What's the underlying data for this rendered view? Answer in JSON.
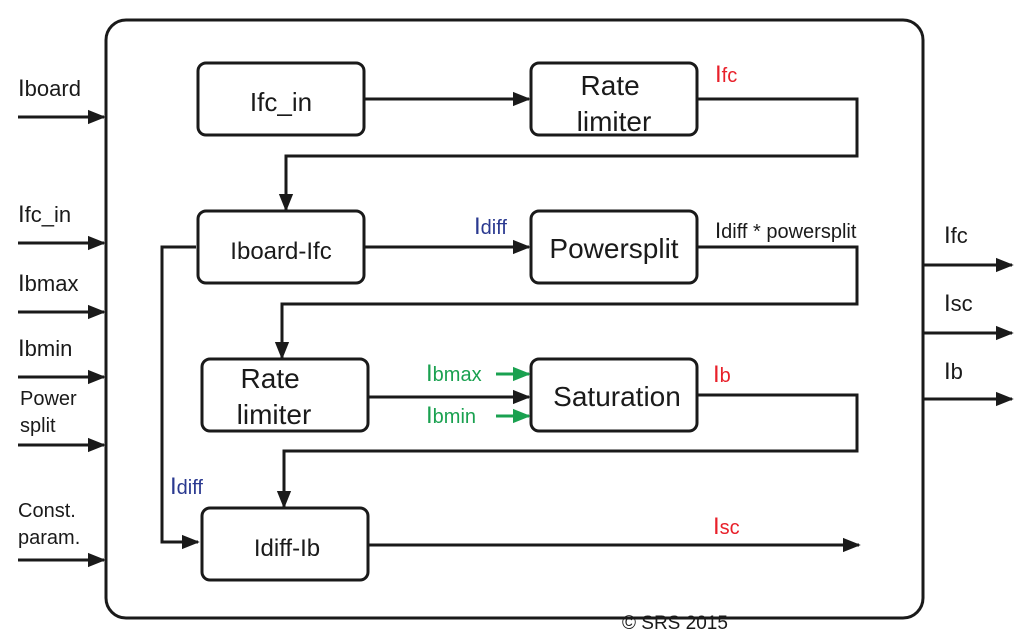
{
  "inputs": {
    "iboard": {
      "main": "I",
      "sub": "board"
    },
    "ifc_in": {
      "main": "I",
      "sub": "fc_in"
    },
    "ibmax": {
      "main": "I",
      "sub": "bmax"
    },
    "ibmin": {
      "main": "I",
      "sub": "bmin"
    },
    "power_split": {
      "line1": "Power",
      "line2": "split"
    },
    "const_param": {
      "line1": "Const.",
      "line2": "param."
    }
  },
  "outputs": {
    "ifc": {
      "main": "I",
      "sub": "fc"
    },
    "isc": {
      "main": "I",
      "sub": "sc"
    },
    "ib": {
      "main": "I",
      "sub": "b"
    }
  },
  "blocks": {
    "ifc_in": {
      "main": "I",
      "sub": "fc_in"
    },
    "rate_limiter_1": {
      "line1": "Rate",
      "line2": "limiter"
    },
    "iboard_ifc": {
      "main": "I",
      "sub": "board",
      "mid": "-I",
      "sub2": "fc"
    },
    "powersplit": {
      "label": "Powersplit"
    },
    "rate_limiter_2": {
      "line1": "Rate",
      "line2": "limiter"
    },
    "saturation": {
      "label": "Saturation"
    },
    "idiff_ib": {
      "main": "I",
      "sub": "diff",
      "mid": "-I",
      "sub2": "b"
    }
  },
  "signals": {
    "ifc": {
      "main": "I",
      "sub": "fc"
    },
    "idiff_top": {
      "main": "I",
      "sub": "diff"
    },
    "idiff_powersplit": {
      "main": "I",
      "sub": "diff",
      "rest": " * powersplit"
    },
    "ibmax": {
      "main": "I",
      "sub": "bmax"
    },
    "ibmin": {
      "main": "I",
      "sub": "bmin"
    },
    "ib": {
      "main": "I",
      "sub": "b"
    },
    "idiff_left": {
      "main": "I",
      "sub": "diff"
    },
    "isc": {
      "main": "I",
      "sub": "sc"
    }
  },
  "copyright": "© SRS 2015",
  "colors": {
    "red": "#e8202a",
    "blue": "#2a3990",
    "green": "#1aa150",
    "line": "#1a1a1a"
  }
}
